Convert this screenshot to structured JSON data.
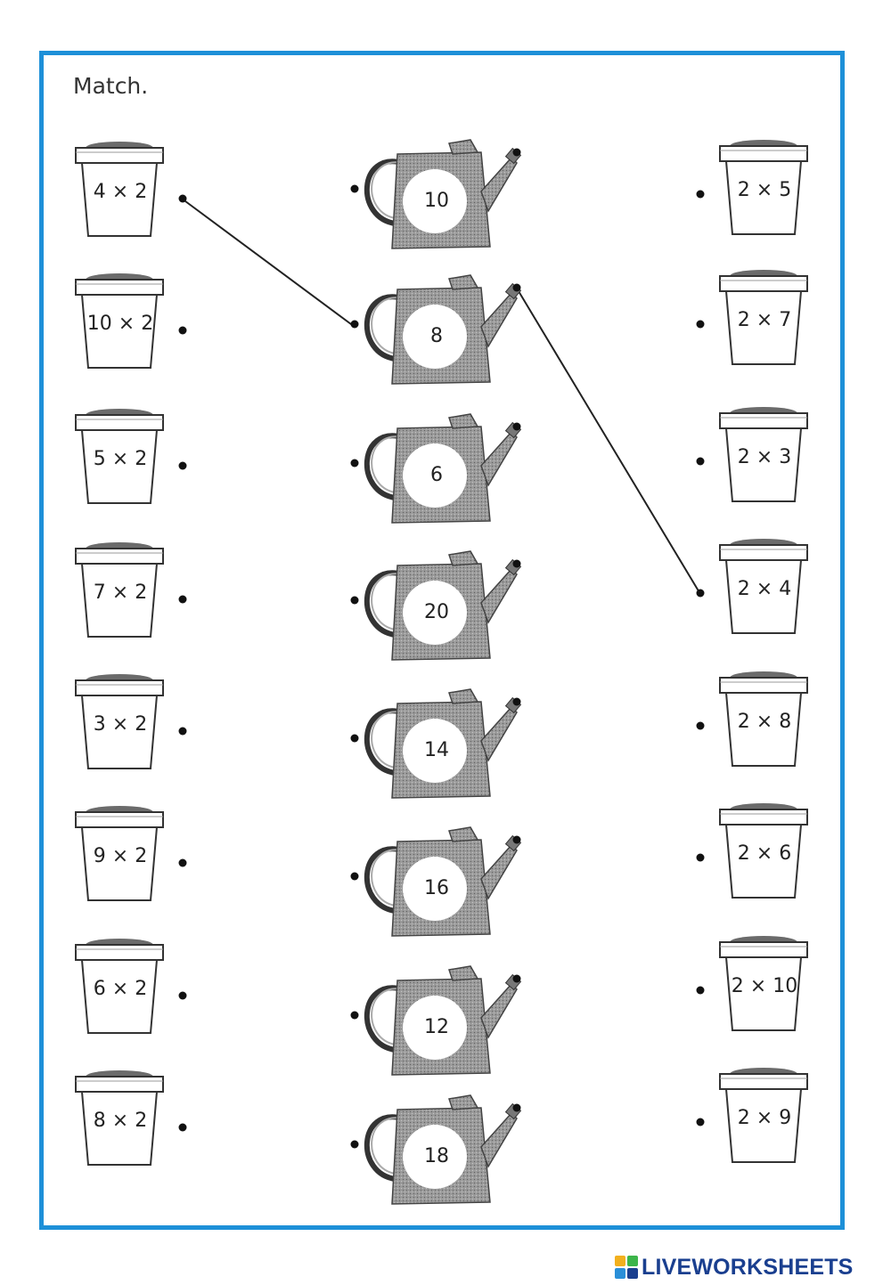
{
  "title": "Match.",
  "left_pots": [
    "4 × 2",
    "10 × 2",
    "5 × 2",
    "7 × 2",
    "3 × 2",
    "9 × 2",
    "6 × 2",
    "8 × 2"
  ],
  "cans": [
    "10",
    "8",
    "6",
    "20",
    "14",
    "16",
    "12",
    "18"
  ],
  "right_pots": [
    "2 × 5",
    "2 × 7",
    "2 × 3",
    "2 × 4",
    "2 × 8",
    "2 × 6",
    "2 × 10",
    "2 × 9"
  ],
  "brand": "LIVEWORKSHEETS",
  "colors": {
    "frame": "#1e90d8",
    "brand": "#1a3f8f"
  },
  "icons": {
    "pot": "flower-pot-icon",
    "can": "watering-can-icon",
    "logo": "liveworksheets-logo-icon"
  }
}
